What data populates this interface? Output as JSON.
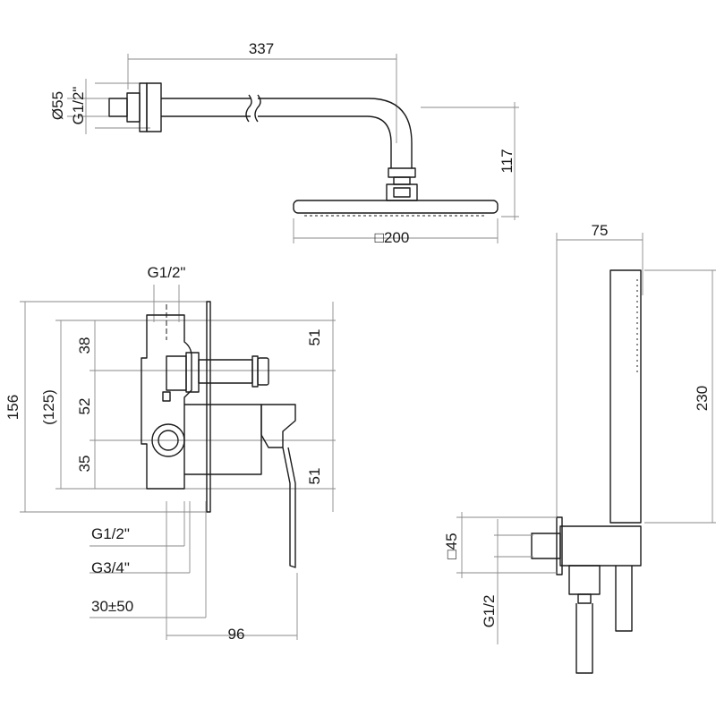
{
  "head_shower": {
    "arm_length": "337",
    "flange_diameter": "Ø55",
    "thread": "G1/2\"",
    "height": "117",
    "head_size": "□200"
  },
  "mixer": {
    "inlet_thread": "G1/2\"",
    "overall_height": "156",
    "body_height": "(125)",
    "upper_spacing": "38",
    "middle_spacing": "52",
    "lower_spacing": "35",
    "upper_offset": "51",
    "lower_offset": "51",
    "outlet_thread_a": "G1/2\"",
    "outlet_thread_b": "G3/4\"",
    "install_depth": "30±50",
    "projection": "96"
  },
  "hand_shower": {
    "projection": "75",
    "length": "230",
    "bracket_size": "□45",
    "thread": "G1/2"
  }
}
